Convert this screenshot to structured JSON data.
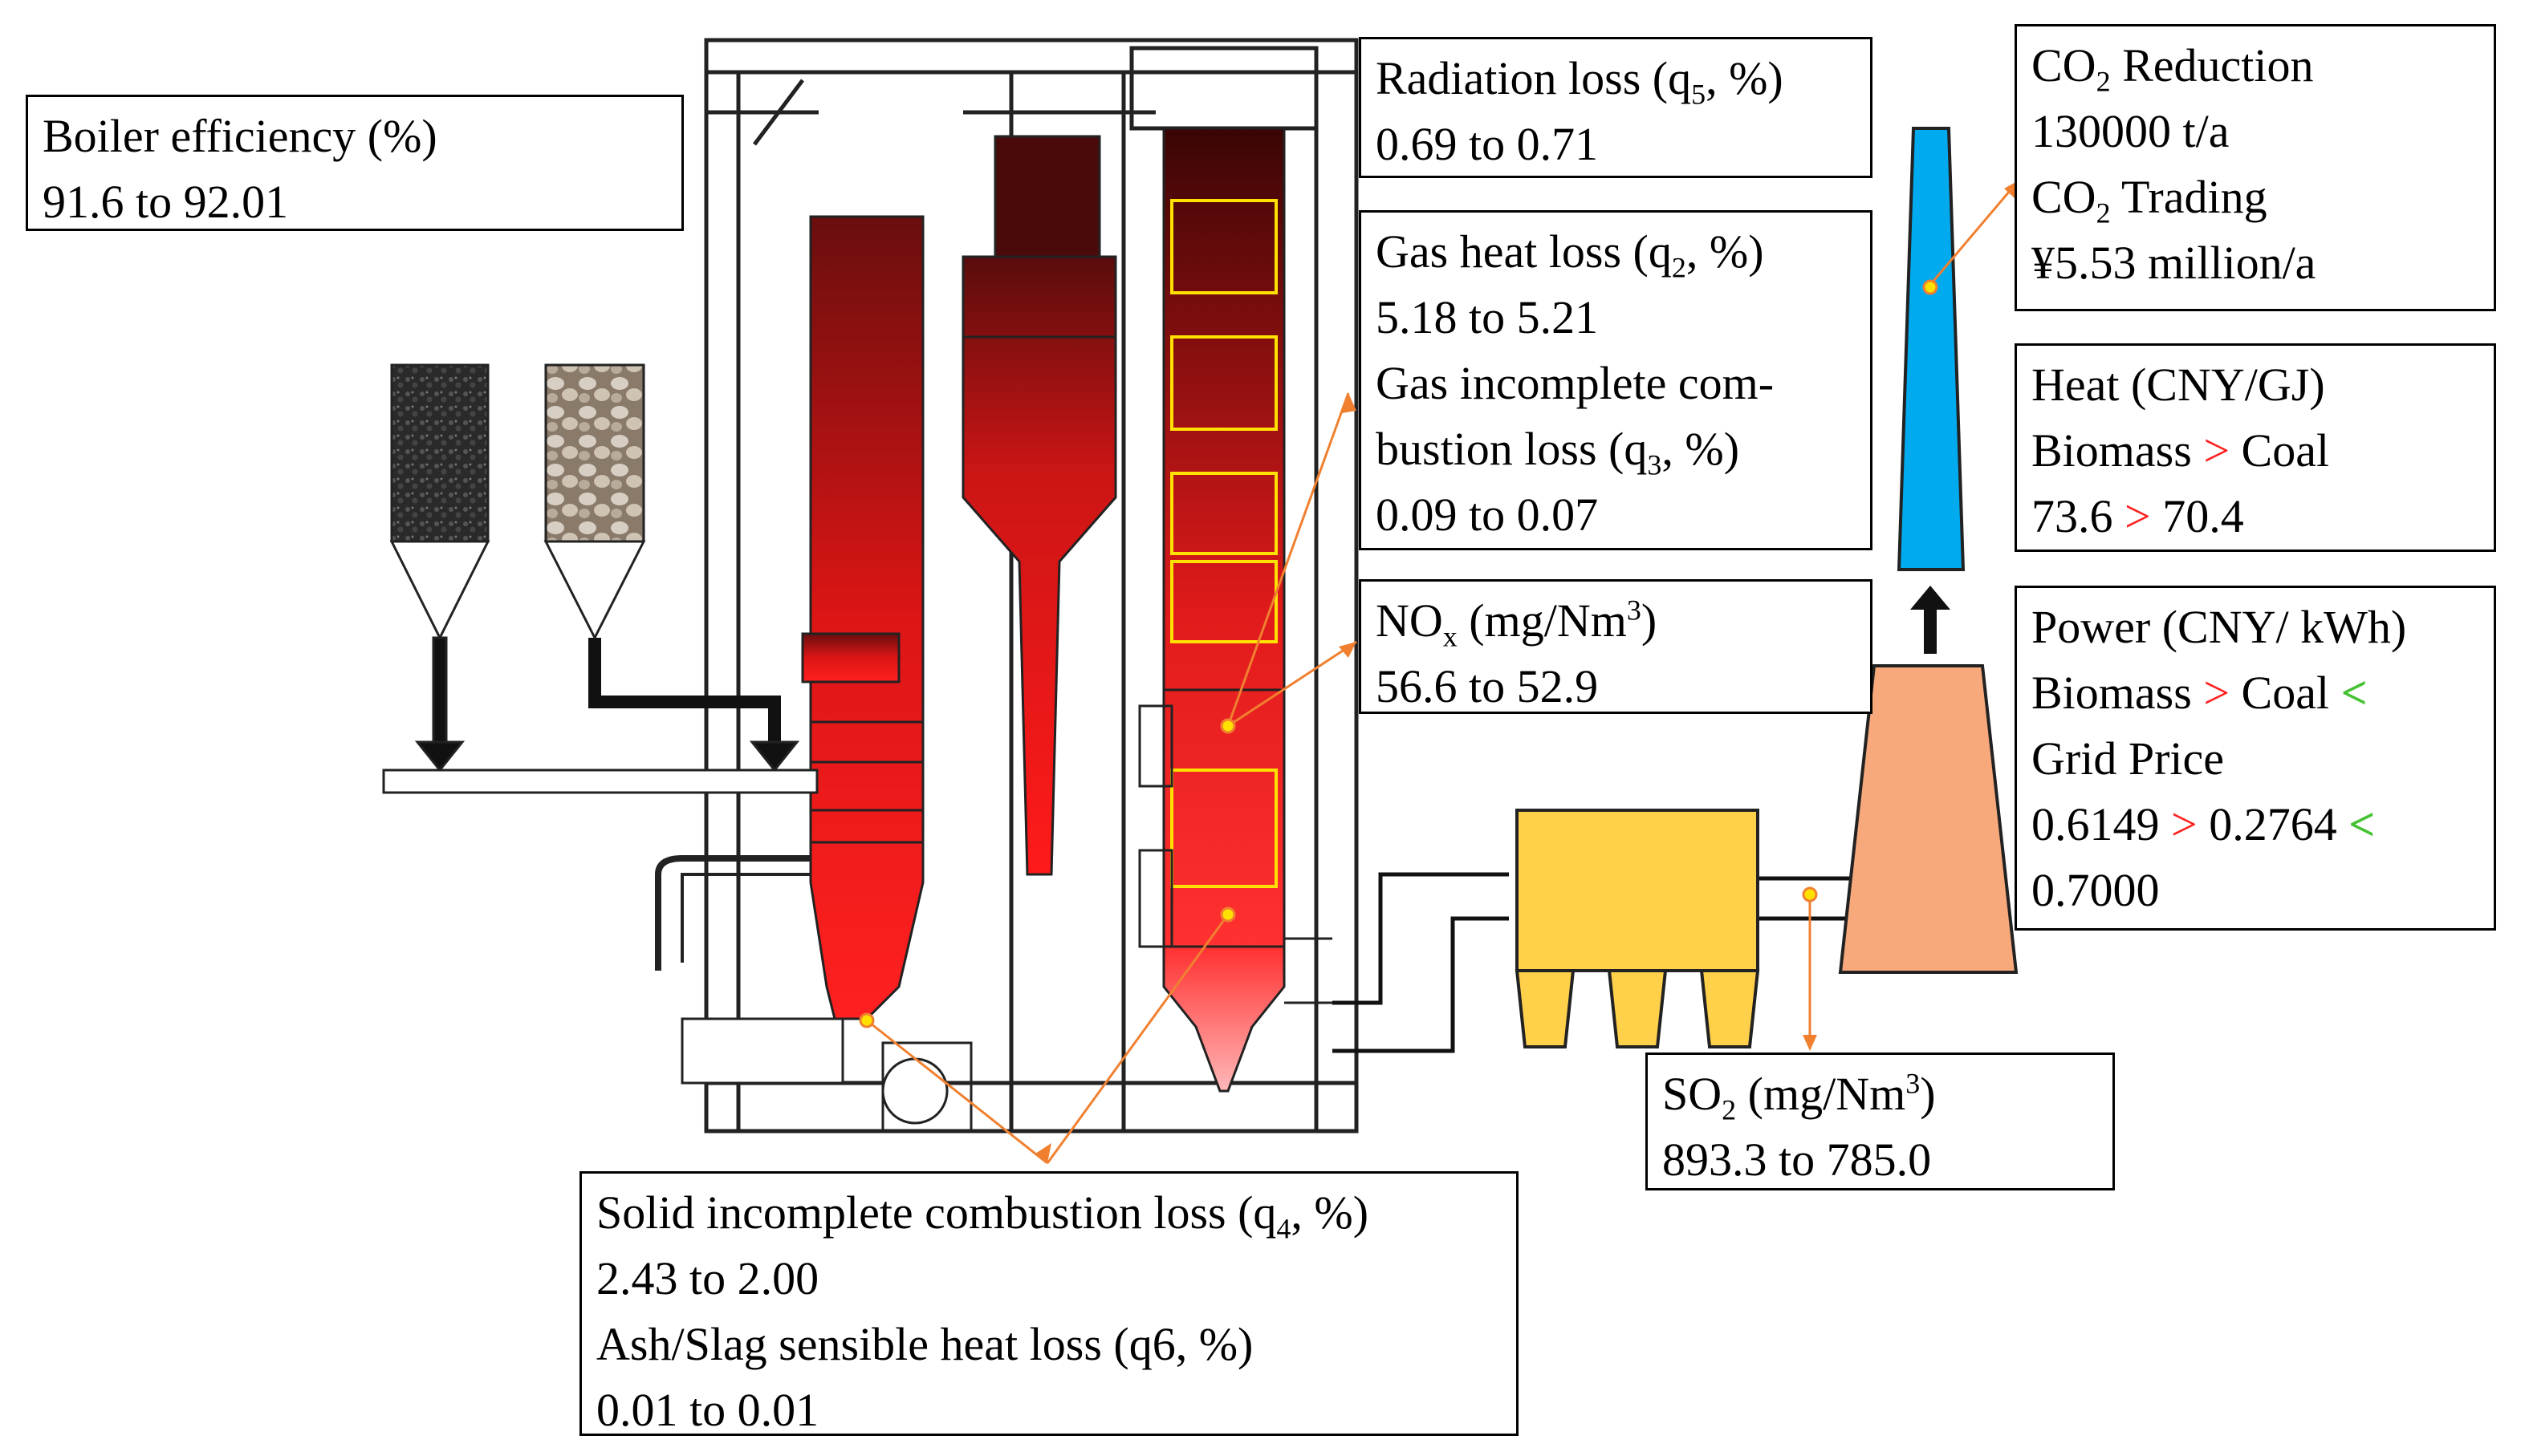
{
  "boiler_efficiency": {
    "label": "Boiler efficiency (%)",
    "value": "91.6 to 92.01",
    "symbol": "≈"
  },
  "radiation_loss": {
    "label_pre": "Radiation loss (q",
    "label_sub": "5",
    "label_post": ", %)",
    "value": "0.69 to 0.71"
  },
  "gas_losses": {
    "q2_pre": "Gas heat loss (q",
    "q2_sub": "2",
    "q2_post": ", %)",
    "q2_value": "5.18 to 5.21",
    "q3_line1": "Gas incomplete com-",
    "q3_pre": "bustion loss (q",
    "q3_sub": "3",
    "q3_post": ", %)",
    "q3_value": "0.09 to 0.07"
  },
  "nox": {
    "pre": "NO",
    "sub": "x",
    "mid": " (mg/Nm",
    "sup": "3",
    "post": ")",
    "value": "56.6 to 52.9"
  },
  "solid_losses": {
    "q4_pre": "Solid incomplete combustion loss (q",
    "q4_sub": "4",
    "q4_post": ", %)",
    "q4_value": "2.43 to 2.00",
    "q6_label": "Ash/Slag sensible heat loss (q6, %)",
    "q6_value": "0.01 to 0.01"
  },
  "so2": {
    "pre": "SO",
    "sub": "2",
    "mid": " (mg/Nm",
    "sup": "3",
    "post": ")",
    "value": "893.3 to 785.0"
  },
  "co2": {
    "reduction_pre": "CO",
    "reduction_sub": "2",
    "reduction_post": " Reduction",
    "reduction_value": "130000 t/a",
    "trading_pre": "CO",
    "trading_sub": "2",
    "trading_post": " Trading",
    "trading_value": "¥5.53 million/a"
  },
  "heat": {
    "title": "Heat (CNY/GJ)",
    "biomass": "Biomass",
    "gt": ">",
    "coal": "Coal",
    "v1": "73.6",
    "v2": "70.4"
  },
  "power": {
    "title": "Power (CNY/ kWh)",
    "biomass": "Biomass",
    "gt": ">",
    "coal": "Coal",
    "lt": "<",
    "grid": "Grid Price",
    "v1": "0.6149",
    "v2": "0.2764",
    "v3": "0.7000"
  },
  "colors": {
    "furnace_red": "#ff1a1a",
    "dark_red": "#4a0a0a",
    "chimney_blue": "#00aaee",
    "stack_orange": "#f7a97c",
    "filter_yellow": "#ffd04a",
    "arrow_green": "#6cc63a",
    "pointer_orange": "#f08030",
    "zone_yellow": "#ffe100"
  }
}
